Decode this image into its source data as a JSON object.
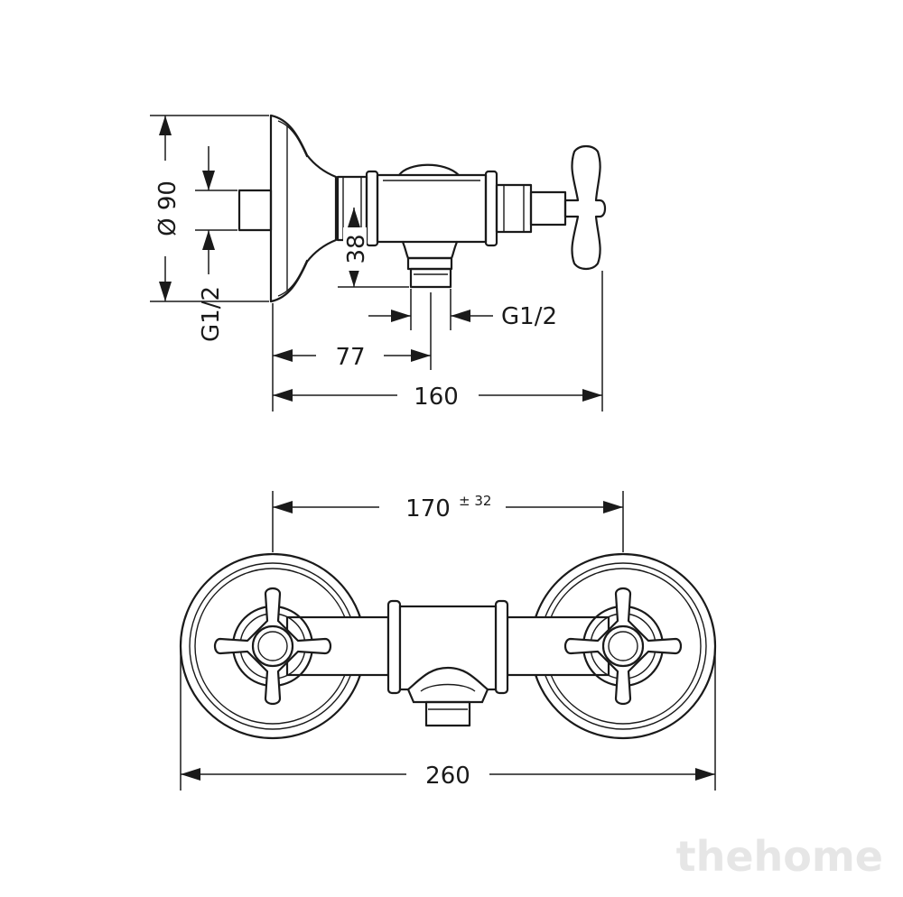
{
  "side_view": {
    "dim_diameter": "Ø 90",
    "dim_inlet_thread": "G1/2",
    "dim_outlet_drop": "38",
    "dim_outlet_thread": "G1/2",
    "dim_outlet_offset": "77",
    "dim_total_depth": "160"
  },
  "front_view": {
    "dim_center_distance": "170",
    "dim_center_tolerance": "± 32",
    "dim_total_width": "260"
  },
  "watermark": "thehome"
}
